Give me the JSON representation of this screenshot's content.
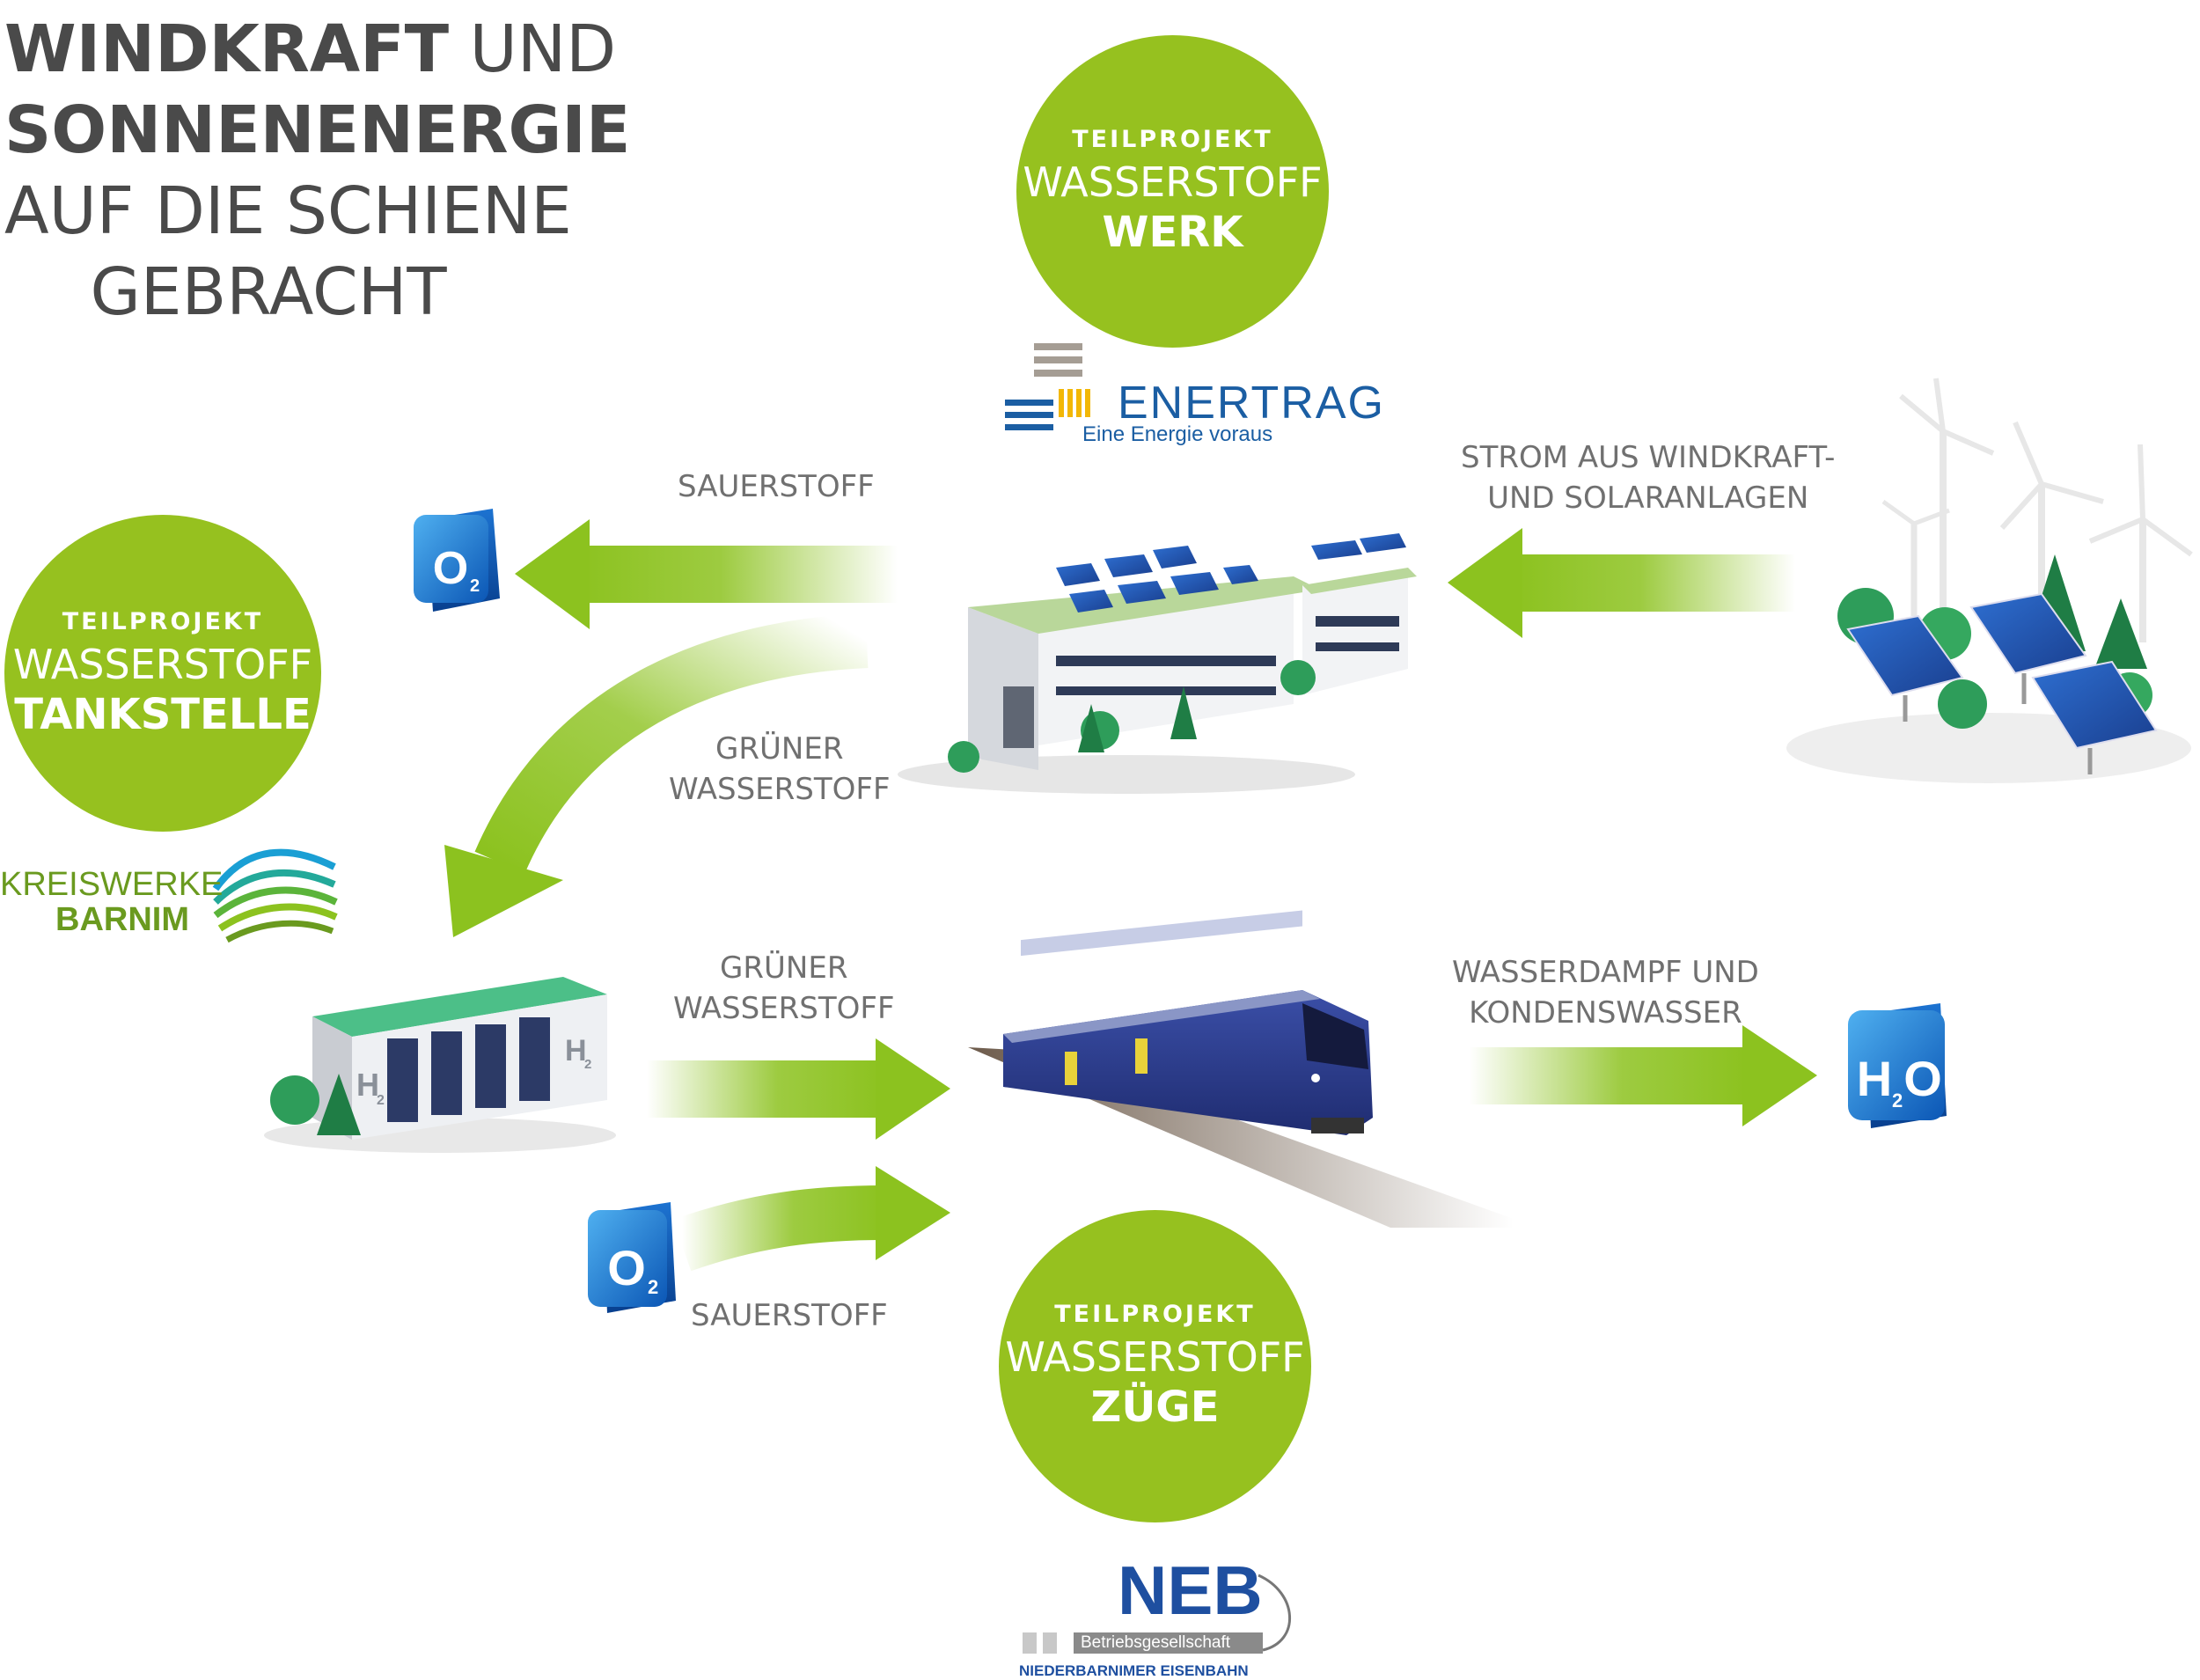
{
  "title": {
    "line1_bold": "WINDKRAFT",
    "line1_light": " UND",
    "line2": "SONNENENERGIE",
    "line3": "AUF DIE SCHIENE",
    "line4": "GEBRACHT"
  },
  "circles": {
    "werk": {
      "kicker": "TEILPROJEKT",
      "word": "WASSERSTOFF",
      "name": "WERK"
    },
    "tankstelle": {
      "kicker": "TEILPROJEKT",
      "word": "WASSERSTOFF",
      "name": "TANKSTELLE"
    },
    "zuege": {
      "kicker": "TEILPROJEKT",
      "word": "WASSERSTOFF",
      "name": "ZÜGE"
    }
  },
  "logos": {
    "enertrag": {
      "name": "ENERTRAG",
      "tagline": "Eine Energie voraus"
    },
    "kreiswerke": {
      "line1": "KREISWERKE",
      "line2": "BARNIM"
    },
    "neb": {
      "name": "NEB",
      "sub": "Betriebsgesellschaft",
      "full": "NIEDERBARNIMER EISENBAHN"
    }
  },
  "labels": {
    "sauerstoff_top": "SAUERSTOFF",
    "strom_line1": "STROM AUS WINDKRAFT-",
    "strom_line2": "UND SOLARANLAGEN",
    "gruener1_line1": "GRÜNER",
    "gruener1_line2": "WASSERSTOFF",
    "gruener2_line1": "GRÜNER",
    "gruener2_line2": "WASSERSTOFF",
    "dampf_line1": "WASSERDAMPF UND",
    "dampf_line2": "KONDENSWASSER",
    "sauerstoff_bottom": "SAUERSTOFF"
  },
  "icons": {
    "o2": {
      "letter": "O",
      "sub": "2"
    },
    "h2o": {
      "letter1": "H",
      "sub": "2",
      "letter2": "O"
    },
    "h2_tank": {
      "letter": "H",
      "sub": "2"
    }
  },
  "colors": {
    "brand_green": "#96c11f",
    "arrow_green": "#8cc21f",
    "text_gray": "#707070",
    "title_gray": "#4a4a4a",
    "enertrag_blue": "#1b5ea3",
    "enertrag_yellow": "#f2b705",
    "neb_blue": "#1e4fa0",
    "kreiswerke_green": "#6a9a1f"
  }
}
